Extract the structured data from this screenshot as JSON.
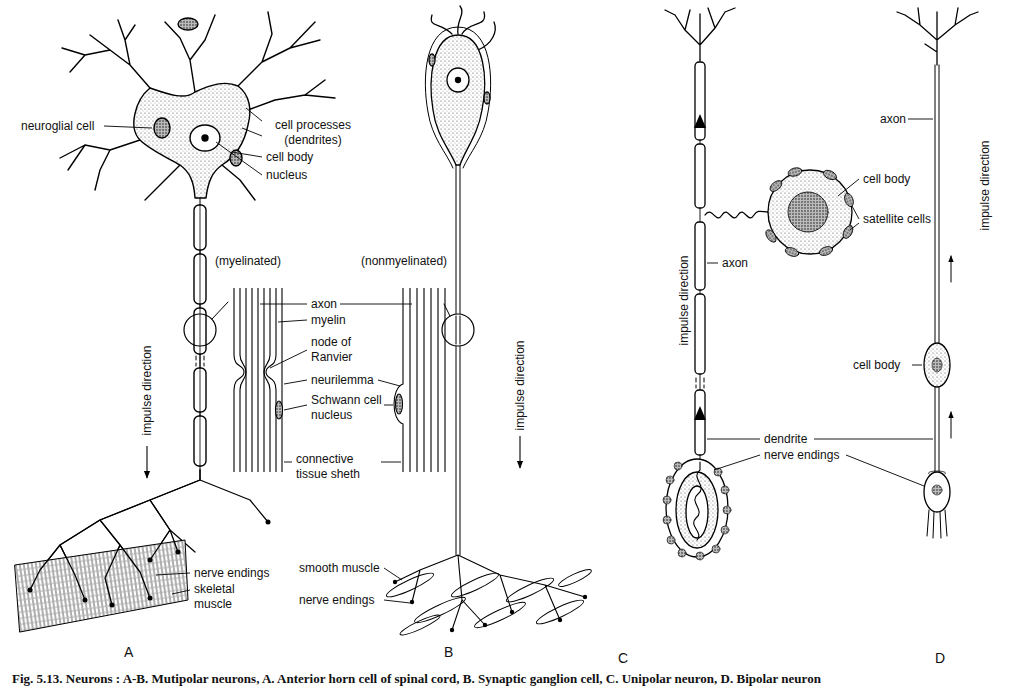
{
  "diagram": {
    "caption": "Fig. 5.13. Neurons : A-B. Mutipolar neurons, A. Anterior horn cell of spinal cord, B. Synaptic ganglion cell, C. Unipolar neuron, D. Bipolar neuron",
    "labels": [
      "cell processes (dendrites)",
      "neuroglial cell",
      "cell body",
      "nucleus",
      "(myelinated)",
      "axon",
      "myelin",
      "node of Ranvier",
      "neurilemma",
      "Schwann cell nucleus",
      "connective tissue sheth",
      "impulse direction",
      "nerve endings",
      "skeletal muscle",
      "A",
      "(nonmyelinated)",
      "impulse direction",
      "smooth muscle",
      "nerve endings",
      "B",
      "axon",
      "cell body",
      "satellite cells",
      "impulse direction",
      "dendrite",
      "nerve endings",
      "C",
      "axon",
      "impulse direction",
      "cell body",
      "D"
    ]
  }
}
